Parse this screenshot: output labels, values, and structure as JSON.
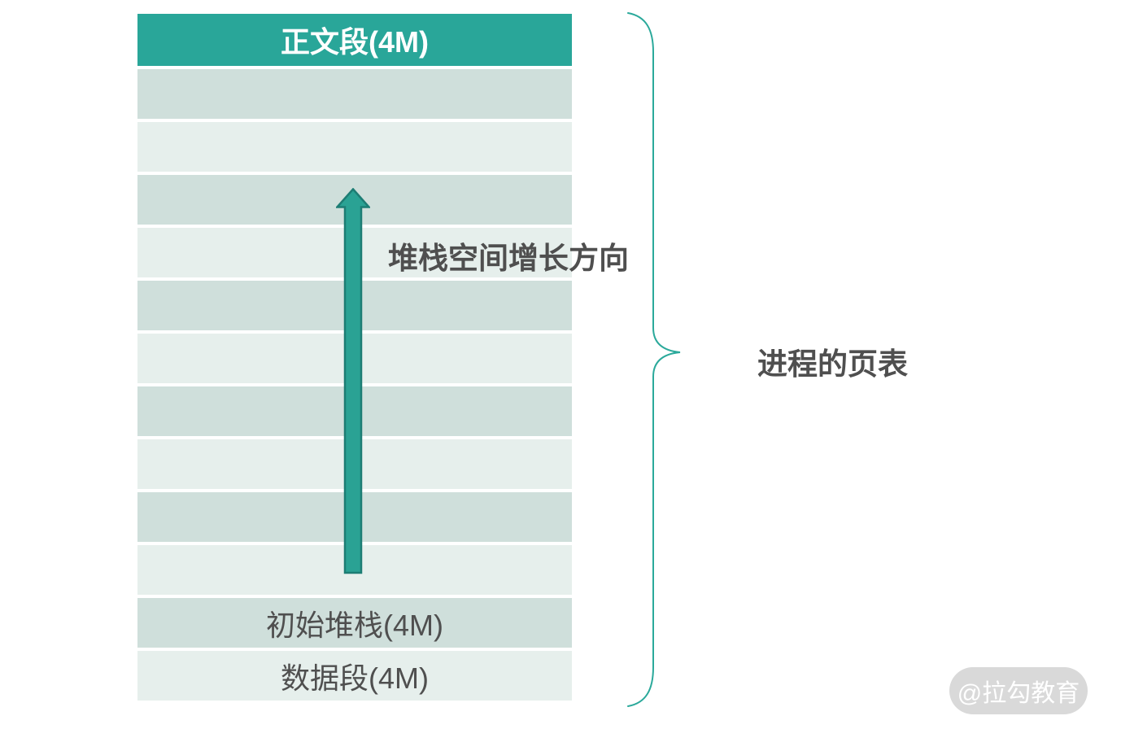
{
  "colors": {
    "header_bg": "#29a699",
    "row_dark": "#cfdfdb",
    "row_light": "#e6efec",
    "arrow_fill": "#2aa294",
    "arrow_stroke": "#1d7d74",
    "brace_stroke": "#2ba99b",
    "text_dark": "#4f4f4f",
    "watermark_bg": "#d9d9d9",
    "watermark_text": "#ffffff"
  },
  "page_table": {
    "header_label": "正文段(4M)",
    "empty_row_count": 10,
    "initial_stack_label": "初始堆栈(4M)",
    "data_segment_label": "数据段(4M)"
  },
  "annotations": {
    "growth_direction_label": "堆栈空间增长方向",
    "brace_label": "进程的页表"
  },
  "watermark": {
    "text": "@拉勾教育"
  }
}
